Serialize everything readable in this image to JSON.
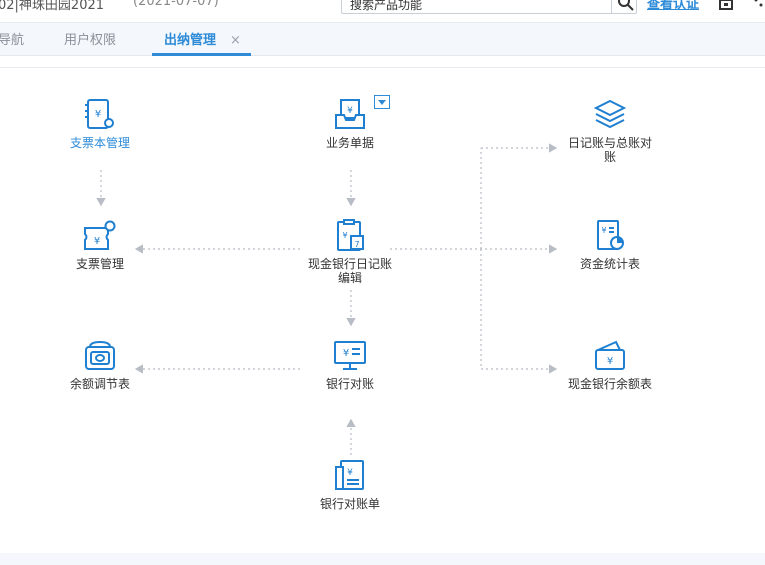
{
  "header": {
    "account_name": "02|神珠田园2021",
    "account_date": "(2021-07-07)",
    "search_placeholder": "搜索产品功能",
    "auth_link": "查看认证"
  },
  "tabs": [
    {
      "label": "导航",
      "active": false
    },
    {
      "label": "用户权限",
      "active": false
    },
    {
      "label": "出纳管理",
      "active": true,
      "close": "×"
    }
  ],
  "nodes": {
    "checkbook_mgmt": "支票本管理",
    "business_docs": "业务单据",
    "journal_ledger_check": "日记账与总账对账",
    "check_mgmt": "支票管理",
    "cash_bank_journal_edit": "现金银行日记账编辑",
    "fund_stats": "资金统计表",
    "balance_adjust": "余额调节表",
    "bank_reconcile": "银行对账",
    "cash_bank_balance": "现金银行余额表",
    "bank_statement": "银行对账单"
  },
  "colors": {
    "accent": "#2d8bd8",
    "icon": "#1f7fd0",
    "line": "#b8bcc4"
  }
}
